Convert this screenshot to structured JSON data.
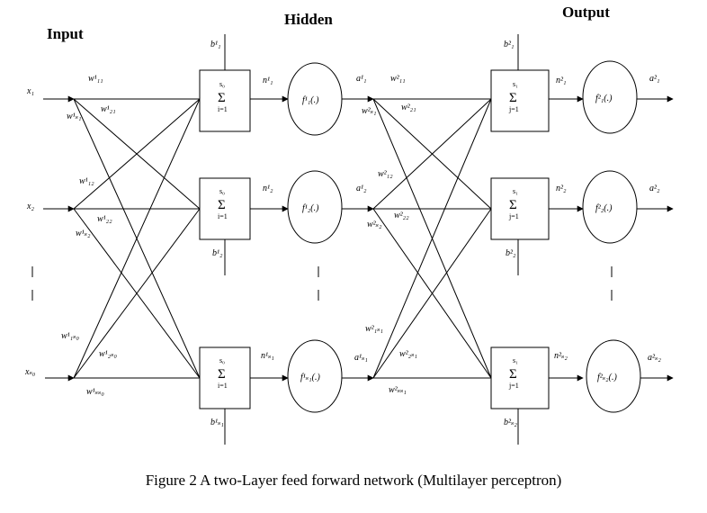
{
  "headers": {
    "input": "Input",
    "hidden": "Hidden",
    "output": "Output"
  },
  "caption": "Figure 2 A two-Layer feed forward network (Multilayer perceptron)",
  "inputs": [
    "x₁",
    "x₂",
    "xₛ₀"
  ],
  "hidden_layer": {
    "sum_top": [
      "s₀",
      "s₀",
      "s₀"
    ],
    "sum_bottom": [
      "i=1",
      "i=1",
      "i=1"
    ],
    "net": [
      "n¹₁",
      "n¹₂",
      "n¹ₛ₁"
    ],
    "activation": [
      "f¹₁(.)",
      "f¹₂(.)",
      "f¹ₛ₁(.)"
    ],
    "out": [
      "a¹₁",
      "a¹₂",
      "a¹ₛ₁"
    ],
    "bias": [
      "b¹₁",
      "b¹₂",
      "b¹ₛ₁"
    ]
  },
  "output_layer": {
    "sum_top": [
      "s₁",
      "s₁",
      "s₁"
    ],
    "sum_bottom": [
      "j=1",
      "j=1",
      "j=1"
    ],
    "net": [
      "n²₁",
      "n²₂",
      "n²ₛ₂"
    ],
    "activation": [
      "f²₁(.)",
      "f²₂(.)",
      "f²ₛ₂(.)"
    ],
    "out": [
      "a²₁",
      "a²₂",
      "a²ₛ₂"
    ],
    "bias": [
      "b²₁",
      "b²₂",
      "b²ₛ₂"
    ]
  },
  "weights_layer1": [
    "w¹₁₁",
    "w¹₂₁",
    "w¹ₛ₁",
    "w¹₁₂",
    "w¹₂₂",
    "w¹ₛ₂",
    "w¹₁ₛ₀",
    "w¹₂ₛ₀",
    "w¹ₛₛ₀"
  ],
  "weights_layer2": [
    "w²₁₁",
    "w²₂₁",
    "w²ₛ₁",
    "w²₁₂",
    "w²₂₂",
    "w²ₛ₂",
    "w²₁ₛ₁",
    "w²₂ₛ₁",
    "w²ₛₛ₁"
  ],
  "ellipsis_mark": "|"
}
